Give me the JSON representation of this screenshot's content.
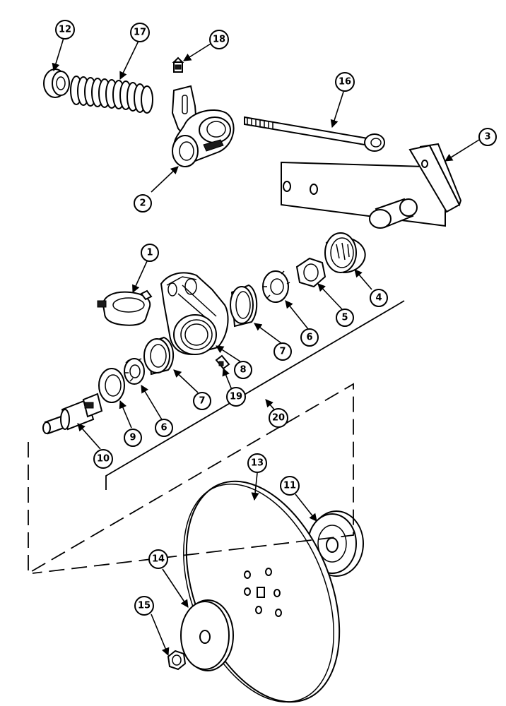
{
  "callouts": [
    {
      "id": "c1",
      "label": "1"
    },
    {
      "id": "c2",
      "label": "2"
    },
    {
      "id": "c3",
      "label": "3"
    },
    {
      "id": "c4",
      "label": "4"
    },
    {
      "id": "c5",
      "label": "5"
    },
    {
      "id": "c6a",
      "label": "6"
    },
    {
      "id": "c6b",
      "label": "6"
    },
    {
      "id": "c7a",
      "label": "7"
    },
    {
      "id": "c7b",
      "label": "7"
    },
    {
      "id": "c8",
      "label": "8"
    },
    {
      "id": "c9",
      "label": "9"
    },
    {
      "id": "c10",
      "label": "10"
    },
    {
      "id": "c11",
      "label": "11"
    },
    {
      "id": "c12",
      "label": "12"
    },
    {
      "id": "c13",
      "label": "13"
    },
    {
      "id": "c14",
      "label": "14"
    },
    {
      "id": "c15",
      "label": "15"
    },
    {
      "id": "c16",
      "label": "16"
    },
    {
      "id": "c17",
      "label": "17"
    },
    {
      "id": "c18",
      "label": "18"
    },
    {
      "id": "c19",
      "label": "19"
    },
    {
      "id": "c20",
      "label": "20"
    }
  ]
}
